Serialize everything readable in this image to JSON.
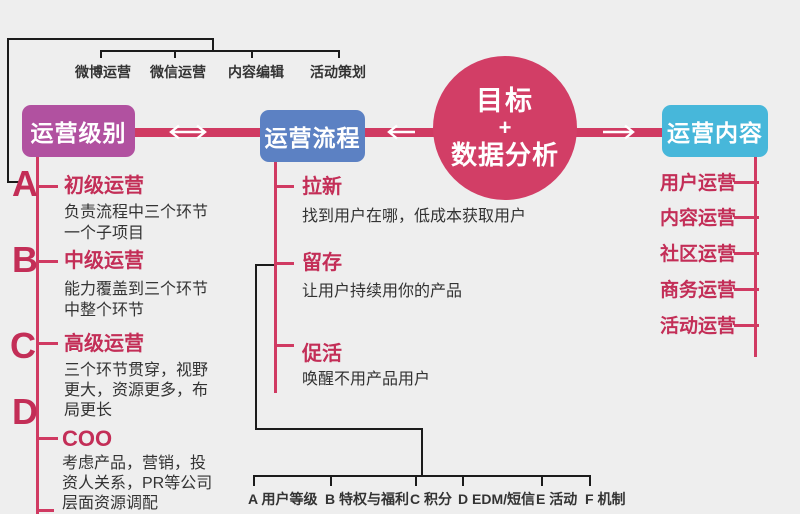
{
  "colors": {
    "background": "#eeeeee",
    "crimson_shapes": "#d03a62",
    "crimson_text": "#c32e57",
    "purple_node": "#b151a0",
    "blue_node": "#5c81c3",
    "cyan_node": "#47b7da",
    "dark_text": "#333333",
    "tree_lines": "#1b1b1b"
  },
  "goal_circle": {
    "line1": "目标",
    "line2": "+",
    "line3": "数据分析"
  },
  "nodes": {
    "level": "运营级别",
    "process": "运营流程",
    "content": "运营内容"
  },
  "icons": {
    "between_level_process": "double-headed-arrow",
    "between_process_goal": "left-arrow",
    "between_goal_content": "right-arrow"
  },
  "top_branch": {
    "items": [
      {
        "label": "微博运营"
      },
      {
        "label": "微信运营"
      },
      {
        "label": "内容编辑"
      },
      {
        "label": "活动策划"
      }
    ]
  },
  "levels": {
    "items": [
      {
        "letter": "A",
        "title": "初级运营",
        "desc": "负责流程中三个环节\n一个子项目"
      },
      {
        "letter": "B",
        "title": "中级运营",
        "desc": "能力覆盖到三个环节\n中整个环节"
      },
      {
        "letter": "C",
        "title": "高级运营",
        "desc": "三个环节贯穿，视野\n更大，资源更多，布\n局更长"
      },
      {
        "letter": "D",
        "title": "COO",
        "desc": "考虑产品，营销，投\n资人关系，PR等公司\n层面资源调配"
      }
    ]
  },
  "process_steps": {
    "items": [
      {
        "title": "拉新",
        "desc": "找到用户在哪，低成本获取用户"
      },
      {
        "title": "留存",
        "desc": "让用户持续用你的产品"
      },
      {
        "title": "促活",
        "desc": "唤醒不用产品用户"
      }
    ]
  },
  "content_items": {
    "items": [
      {
        "label": "用户运营"
      },
      {
        "label": "内容运营"
      },
      {
        "label": "社区运营"
      },
      {
        "label": "商务运营"
      },
      {
        "label": "活动运营"
      }
    ]
  },
  "retention_tools": {
    "items": [
      {
        "label": "A 用户等级"
      },
      {
        "label": "B 特权与福利"
      },
      {
        "label": "C 积分"
      },
      {
        "label": "D EDM/短信"
      },
      {
        "label": "E 活动"
      },
      {
        "label": "F 机制"
      }
    ]
  }
}
